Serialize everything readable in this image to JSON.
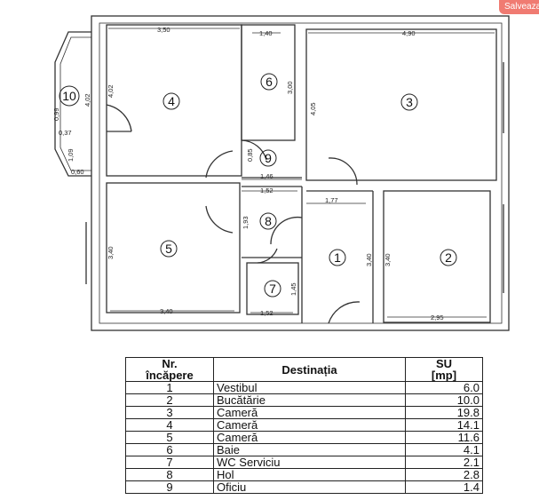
{
  "save_button": {
    "label": "Salveaza"
  },
  "floorplan": {
    "rooms": [
      {
        "nr": "1"
      },
      {
        "nr": "2"
      },
      {
        "nr": "3"
      },
      {
        "nr": "4"
      },
      {
        "nr": "5"
      },
      {
        "nr": "6"
      },
      {
        "nr": "7"
      },
      {
        "nr": "8"
      },
      {
        "nr": "9"
      },
      {
        "nr": "10"
      }
    ],
    "dimensions": {
      "d350": "3,50",
      "d140": "1,40",
      "d490": "4,90",
      "d402": "4,02",
      "d402b": "4,02",
      "d300": "3,00",
      "d405": "4,05",
      "d085": "0,85",
      "d146": "1,46",
      "d152": "1,52",
      "d177": "1,77",
      "d193": "1,93",
      "d340a": "3,40",
      "d340b": "3,40",
      "d340c": "3,40",
      "d340d": "3,40",
      "d295": "2,95",
      "d145": "1,45",
      "d152b": "1,52",
      "d099": "0,99",
      "d037": "0,37",
      "d109": "1,09",
      "d060": "0,60"
    }
  },
  "legend": {
    "header": {
      "nr": "Nr.\nîncăpere",
      "dest": "Destinația",
      "su": "SU\n[mp]"
    },
    "rows": [
      {
        "nr": "1",
        "dest": "Vestibul",
        "su": "6.0"
      },
      {
        "nr": "2",
        "dest": "Bucătărie",
        "su": "10.0"
      },
      {
        "nr": "3",
        "dest": "Cameră",
        "su": "19.8"
      },
      {
        "nr": "4",
        "dest": "Cameră",
        "su": "14.1"
      },
      {
        "nr": "5",
        "dest": "Cameră",
        "su": "11.6"
      },
      {
        "nr": "6",
        "dest": "Baie",
        "su": "4.1"
      },
      {
        "nr": "7",
        "dest": "WC Serviciu",
        "su": "2.1"
      },
      {
        "nr": "8",
        "dest": "Hol",
        "su": "2.8"
      },
      {
        "nr": "9",
        "dest": "Oficiu",
        "su": "1.4"
      }
    ]
  }
}
